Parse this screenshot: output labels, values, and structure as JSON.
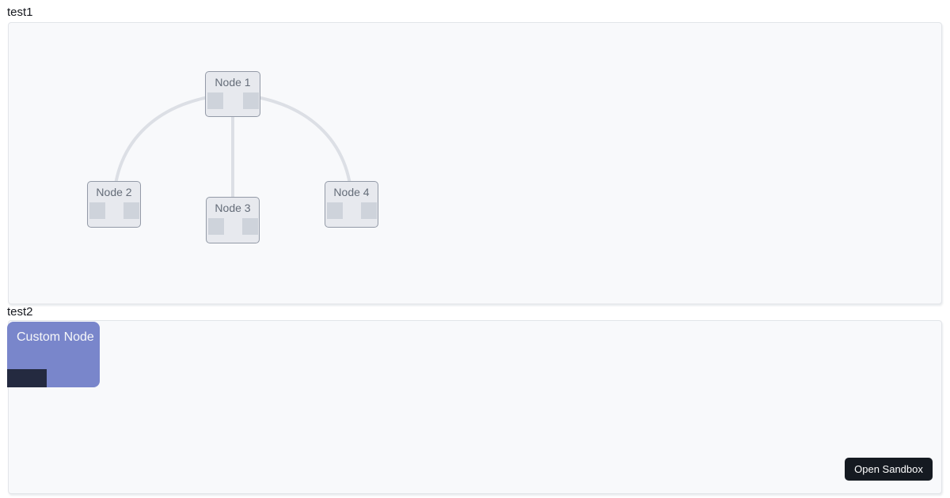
{
  "page": {
    "background": "#ffffff",
    "panel_bg": "#f8f9fb",
    "panel_border": "#e2e5e9",
    "label_text_color": "#15181e"
  },
  "examples": [
    {
      "id": "test1",
      "title": "test1",
      "diagram": {
        "nodes": [
          {
            "id": "node-1",
            "label": "Node 1",
            "ports": [
              "input-port",
              "output-port"
            ]
          },
          {
            "id": "node-2",
            "label": "Node 2",
            "ports": [
              "input-port",
              "output-port"
            ]
          },
          {
            "id": "node-3",
            "label": "Node 3",
            "ports": [
              "input-port",
              "output-port"
            ]
          },
          {
            "id": "node-4",
            "label": "Node 4",
            "ports": [
              "input-port",
              "output-port"
            ]
          }
        ],
        "links": [
          {
            "from": "node-1",
            "to": "node-2"
          },
          {
            "from": "node-1",
            "to": "node-3"
          },
          {
            "from": "node-1",
            "to": "node-4"
          }
        ],
        "colors": {
          "node_fill": "#e7e9ee",
          "node_border": "#939aa7",
          "node_text": "#646c78",
          "port_fill": "#ced3db",
          "edge_stroke": "#dcdfe5"
        }
      }
    },
    {
      "id": "test2",
      "title": "test2",
      "custom_node": {
        "label": "Custom Node",
        "background": "#7986cb",
        "text_color": "#f6f7f9",
        "port_color": "#242a40"
      },
      "open_sandbox": {
        "label": "Open Sandbox",
        "background": "#151a21",
        "text_color": "#ffffff"
      }
    }
  ]
}
